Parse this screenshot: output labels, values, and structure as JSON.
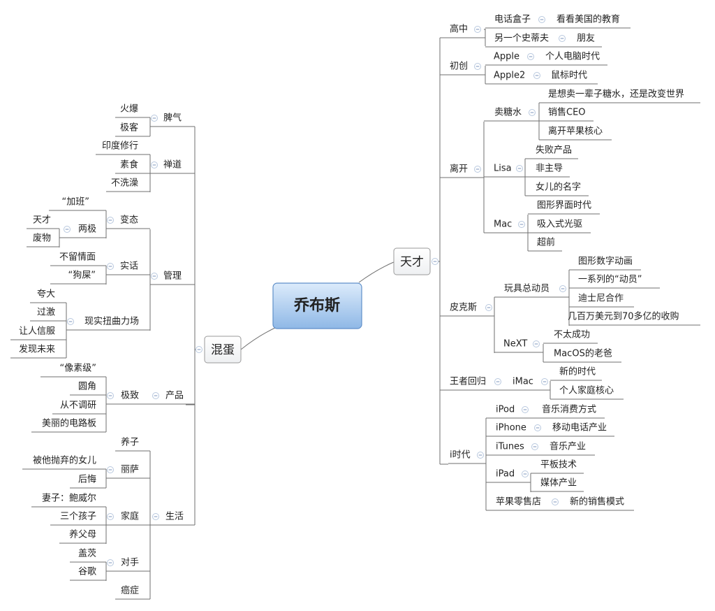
{
  "central": "乔布斯",
  "branches": {
    "genius": "天才",
    "jerk": "混蛋"
  },
  "genius": {
    "high_school": {
      "label": "高中",
      "phone_box": "电话盒子",
      "phone_box_note": "看看美国的教育",
      "another_steve": "另一个史蒂夫",
      "another_steve_note": "朋友"
    },
    "founding": {
      "label": "初创",
      "apple": "Apple",
      "apple_note": "个人电脑时代",
      "apple2": "Apple2",
      "apple2_note": "鼠标时代"
    },
    "leaving": {
      "label": "离开",
      "sugar_water": {
        "label": "卖糖水",
        "items": [
          "是想卖一辈子糖水，还是改变世界",
          "销售CEO",
          "离开苹果核心"
        ]
      },
      "lisa": {
        "label": "Lisa",
        "items": [
          "失败产品",
          "非主导",
          "女儿的名字"
        ]
      },
      "mac": {
        "label": "Mac",
        "items": [
          "图形界面时代",
          "吸入式光驱",
          "超前"
        ]
      }
    },
    "pixar": {
      "label": "皮克斯",
      "toy_story": {
        "label": "玩具总动员",
        "items": [
          "图形数字动画",
          "一系列的“动员”",
          "迪士尼合作",
          "几百万美元到70多亿的收购"
        ]
      },
      "next": {
        "label": "NeXT",
        "items": [
          "不太成功",
          "MacOS的老爸"
        ]
      }
    },
    "return": {
      "label": "王者回归",
      "imac": "iMac",
      "items": [
        "新的时代",
        "个人家庭核心"
      ]
    },
    "i_era": {
      "label": "i时代",
      "ipod": "iPod",
      "ipod_note": "音乐消费方式",
      "iphone": "iPhone",
      "iphone_note": "移动电话产业",
      "itunes": "iTunes",
      "itunes_note": "音乐产业",
      "ipad": "iPad",
      "ipad_items": [
        "平板技术",
        "媒体产业"
      ],
      "store": "苹果零售店",
      "store_note": "新的销售模式"
    }
  },
  "jerk": {
    "temper": {
      "label": "脾气",
      "items": [
        "火爆",
        "极客"
      ]
    },
    "zen": {
      "label": "禅道",
      "items": [
        "印度修行",
        "素食",
        "不洗澡"
      ]
    },
    "management": {
      "label": "管理",
      "perverse": {
        "label": "变态",
        "overtime": "“加班”",
        "extremes": "两极",
        "extremes_items": [
          "天才",
          "废物"
        ]
      },
      "truth": {
        "label": "实话",
        "items": [
          "不留情面",
          "“狗屎”"
        ]
      },
      "rdf": {
        "label": "现实扭曲力场",
        "items": [
          "夸大",
          "过激",
          "让人信服",
          "发现未来"
        ]
      }
    },
    "product": {
      "label": "产品",
      "extreme": "极致",
      "items": [
        "“像素级”",
        "圆角",
        "从不调研",
        "美丽的电路板"
      ]
    },
    "life": {
      "label": "生活",
      "adopted": "养子",
      "lisa": {
        "label": "丽萨",
        "items": [
          "被他抛弃的女儿",
          "后悔"
        ]
      },
      "family": {
        "label": "家庭",
        "items": [
          "妻子：鲍威尔",
          "三个孩子",
          "养父母"
        ]
      },
      "rivals": {
        "label": "对手",
        "items": [
          "盖茨",
          "谷歌"
        ]
      },
      "cancer": "癌症"
    }
  }
}
